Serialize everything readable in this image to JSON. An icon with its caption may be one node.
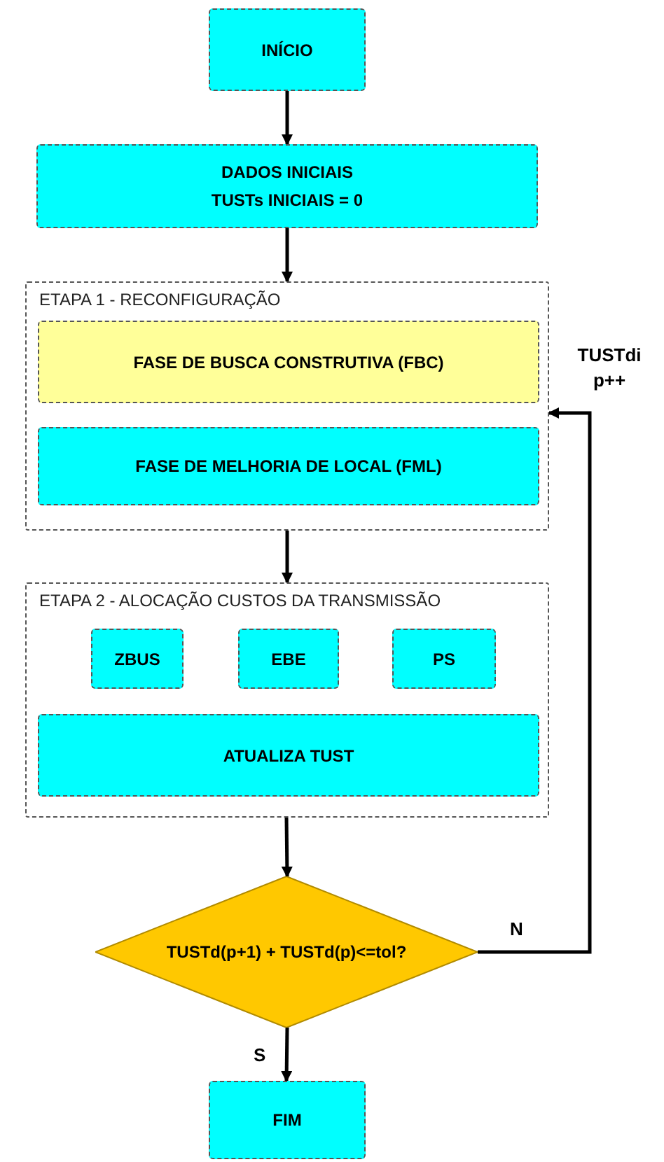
{
  "diagram": {
    "nodes": [
      {
        "text": [
          "INÍCIO"
        ]
      },
      {
        "text": [
          "DADOS INICIAIS",
          "TUSTs INICIAIS = 0"
        ]
      },
      {
        "text": [
          "ETAPA 1 - RECONFIGURAÇÃO"
        ]
      },
      {
        "text": [
          "FASE DE BUSCA CONSTRUTIVA (FBC)"
        ],
        "in": 2
      },
      {
        "text": [
          "FASE DE MELHORIA DE LOCAL (FML)"
        ],
        "in": 2
      },
      {
        "text": [
          "ETAPA 2 - ALOCAÇÃO CUSTOS DA TRANSMISSÃO"
        ]
      },
      {
        "text": [
          "ZBUS"
        ],
        "in": 5
      },
      {
        "text": [
          "EBE"
        ],
        "in": 5
      },
      {
        "text": [
          "PS"
        ],
        "in": 5
      },
      {
        "text": [
          "ATUALIZA TUST"
        ],
        "in": 5
      },
      {
        "text": [
          "TUSTd(p+1) + TUSTd(p)<=tol?"
        ]
      },
      {
        "text": [
          "FIM"
        ]
      }
    ],
    "edges": [
      {
        "from": 0,
        "to": 1,
        "arrow": "to"
      },
      {
        "from": 1,
        "to": 2,
        "arrow": "to"
      },
      {
        "from": 2,
        "to": 5,
        "arrow": "to"
      },
      {
        "from": 5,
        "to": 10,
        "arrow": "to"
      },
      {
        "from": 10,
        "to": 11,
        "arrow": "to",
        "label": "S"
      },
      {
        "from": 10,
        "to": 2,
        "arrow": "to",
        "label": "N"
      }
    ],
    "labels": [
      "TUSTdi p++"
    ]
  }
}
